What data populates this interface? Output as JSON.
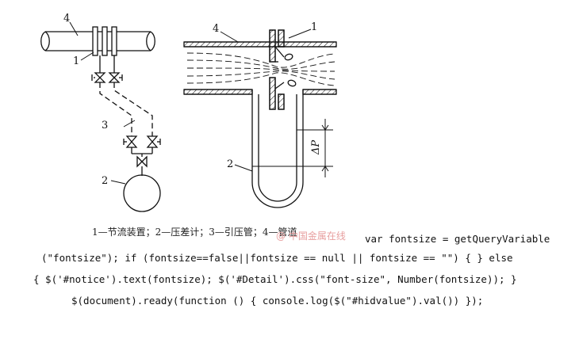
{
  "diagram": {
    "left_labels": {
      "pipe": "4",
      "orifice": "1",
      "lead_pipe": "3",
      "gauge": "2"
    },
    "right_labels": {
      "pipe": "4",
      "orifice": "1",
      "manometer": "2",
      "delta_p": "ΔP"
    }
  },
  "caption": "1—节流装置；2—压差计；3—引压管；4—管道",
  "watermark": "@ 中国金属在线",
  "code_lines": [
    "var fontsize = getQueryVariable",
    "(\"fontsize\"); if (fontsize==false||fontsize == null || fontsize == \"\") { } else",
    "{ $('#notice').text(fontsize); $('#Detail').css(\"font-size\", Number(fontsize)); }",
    "$(document).ready(function () { console.log($(\"#hidvalue\").val()) });"
  ]
}
